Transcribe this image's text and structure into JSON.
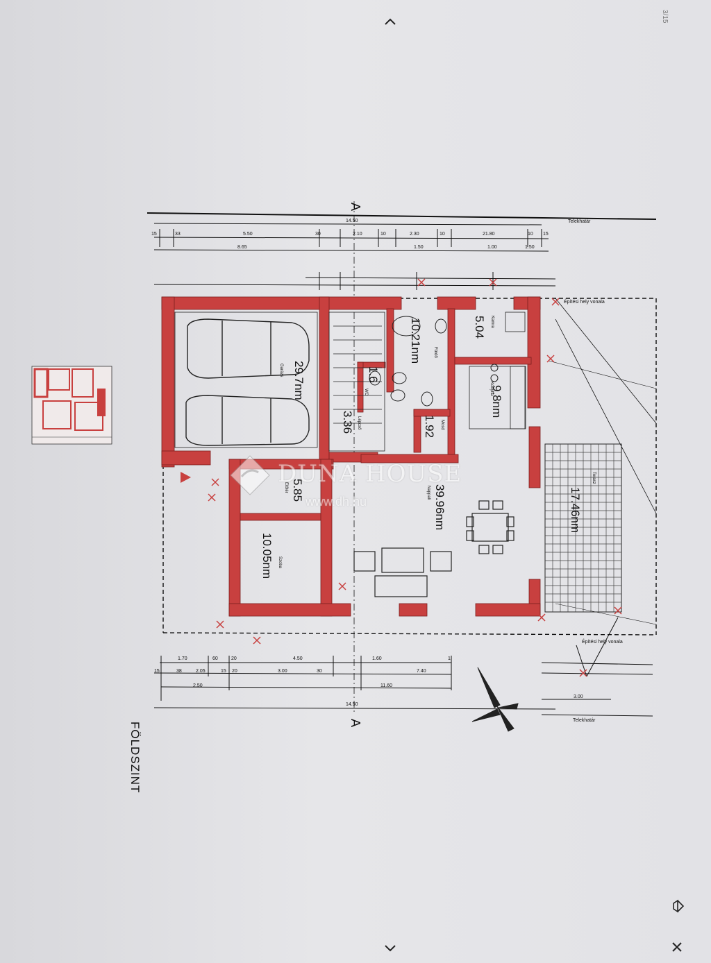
{
  "viewer": {
    "page_indicator": "3/15",
    "icons": {
      "up": "chevron-up-icon",
      "down": "chevron-down-icon",
      "share": "share-icon",
      "close": "close-icon"
    }
  },
  "plan": {
    "floor_label": "FÖLDSZINT",
    "section_marker_top": "A",
    "section_marker_bottom": "A",
    "boundary_label_top": "Telekhatár",
    "boundary_label_bottom": "Telekhatár",
    "building_line_top": "Építési hely vonala",
    "building_line_bottom": "Építési hely vonala",
    "rooms": [
      {
        "area": "29.7nm",
        "name": "Garázs"
      },
      {
        "area": "10.21nm",
        "name": "Fürdő"
      },
      {
        "area": "5.04",
        "name": "Kamra"
      },
      {
        "area": "1.6",
        "name": "WC"
      },
      {
        "area": "9.8nm",
        "name": "Konyha"
      },
      {
        "area": "3.36",
        "name": "Lépcső"
      },
      {
        "area": "1.92",
        "name": "Mosd"
      },
      {
        "area": "39.96nm",
        "name": "Nappali"
      },
      {
        "area": "17.46nm",
        "name": "Terasz"
      },
      {
        "area": "5.85",
        "name": "Előtér"
      },
      {
        "area": "10.05nm",
        "name": "Szoba"
      }
    ],
    "dims_top_row1": [
      "15",
      "33",
      "5.50",
      "30",
      "2.10",
      "10",
      "2.30",
      "10",
      "21.80",
      "10",
      "15"
    ],
    "dims_top_total": "14.50",
    "dims_top_row2": [
      "8.65",
      "1.50",
      "1.00",
      "1.50"
    ],
    "dims_bottom_row1": [
      "1.70",
      "60",
      "20",
      "4.50",
      "1.60",
      "1"
    ],
    "dims_bottom_row2": [
      "15",
      "38",
      "2.05",
      "15",
      "20",
      "3.00",
      "30",
      "7.40"
    ],
    "dims_bottom_row3": [
      "2.50",
      "11.60"
    ],
    "dims_bottom_total": "14.50",
    "dims_right": [
      "3.00"
    ]
  },
  "watermark": {
    "brand": "DUNA HOUSE",
    "url": "www.dh.hu"
  },
  "colors": {
    "wall": "#c8403f",
    "line": "#1a1a1a",
    "paper": "#e4e4e7"
  }
}
